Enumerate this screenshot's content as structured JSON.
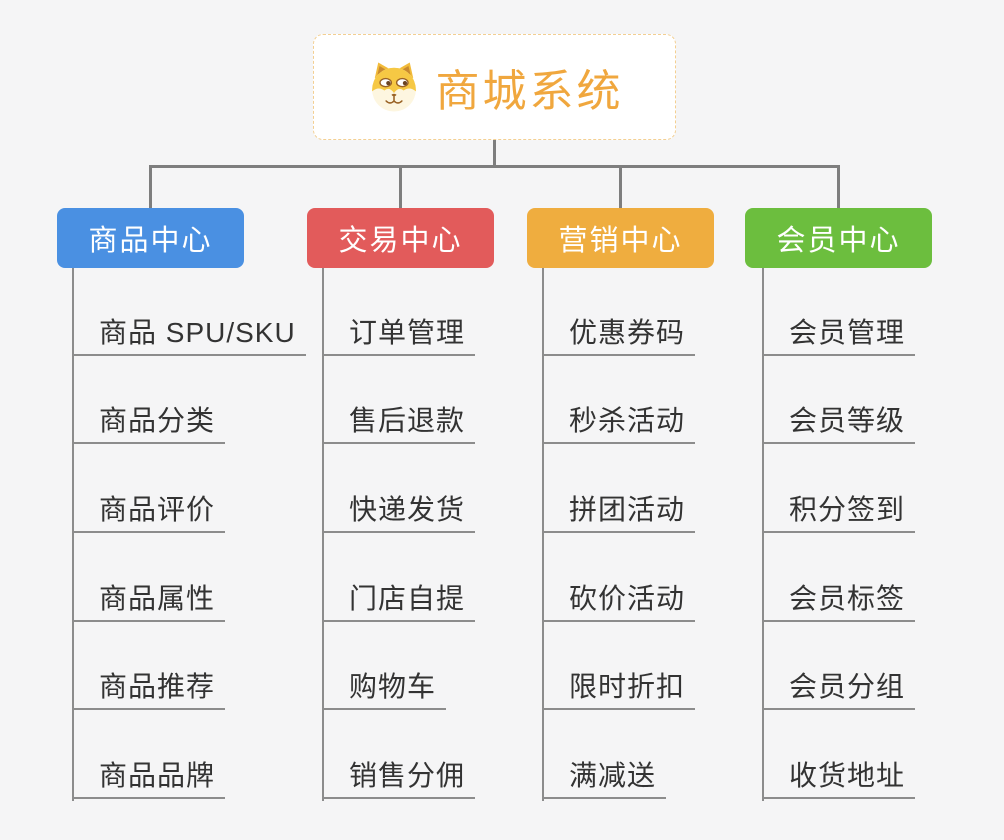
{
  "colors": {
    "background": "#f5f5f6",
    "connector": "#7e7e7e",
    "underline": "#8c8c8c",
    "item_text": "#333333",
    "header_text": "#ffffff",
    "root_text": "#f0a73e",
    "root_border": "#f3cf92",
    "root_bg": "#ffffff"
  },
  "root": {
    "title": "商城系统",
    "icon": "dog-face-icon"
  },
  "branches": [
    {
      "label": "商品中心",
      "color": "#4a90e2",
      "children": [
        "商品 SPU/SKU",
        "商品分类",
        "商品评价",
        "商品属性",
        "商品推荐",
        "商品品牌"
      ]
    },
    {
      "label": "交易中心",
      "color": "#e25b5b",
      "children": [
        "订单管理",
        "售后退款",
        "快递发货",
        "门店自提",
        "购物车",
        "销售分佣"
      ]
    },
    {
      "label": "营销中心",
      "color": "#efad3f",
      "children": [
        "优惠券码",
        "秒杀活动",
        "拼团活动",
        "砍价活动",
        "限时折扣",
        "满减送"
      ]
    },
    {
      "label": "会员中心",
      "color": "#6cbe3e",
      "children": [
        "会员管理",
        "会员等级",
        "积分签到",
        "会员标签",
        "会员分组",
        "收货地址"
      ]
    }
  ]
}
